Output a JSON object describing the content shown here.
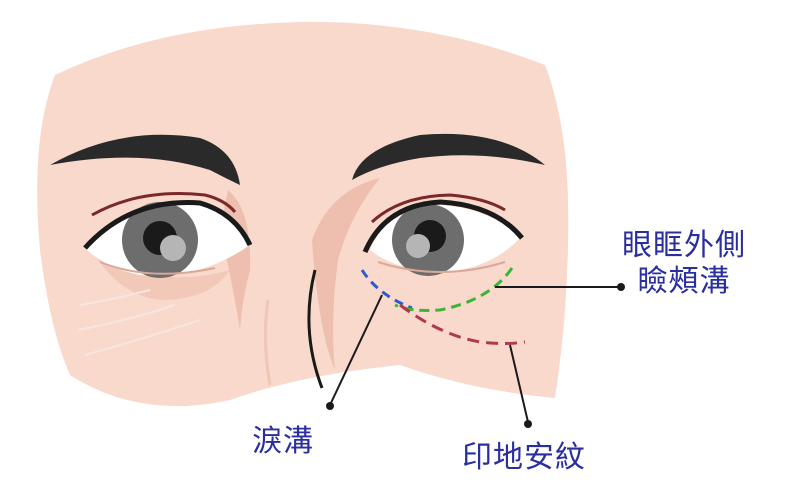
{
  "labels": {
    "lateral_line_1": "眼眶外側",
    "lateral_line_2": "瞼頰溝",
    "tear_trough": "淚溝",
    "indian_line": "印地安紋"
  },
  "colors": {
    "skin": "#f9d9cc",
    "shadow": "#eebfae",
    "brow": "#2a2a2a",
    "lid": "#7a2828",
    "iris": "#6d6d6d",
    "label_text": "#2b2f9e",
    "tear_trough_dash": "#2a5bd0",
    "lateral_dash": "#3cb534",
    "indian_dash": "#b03a4a",
    "leader": "#1a1a1a"
  }
}
